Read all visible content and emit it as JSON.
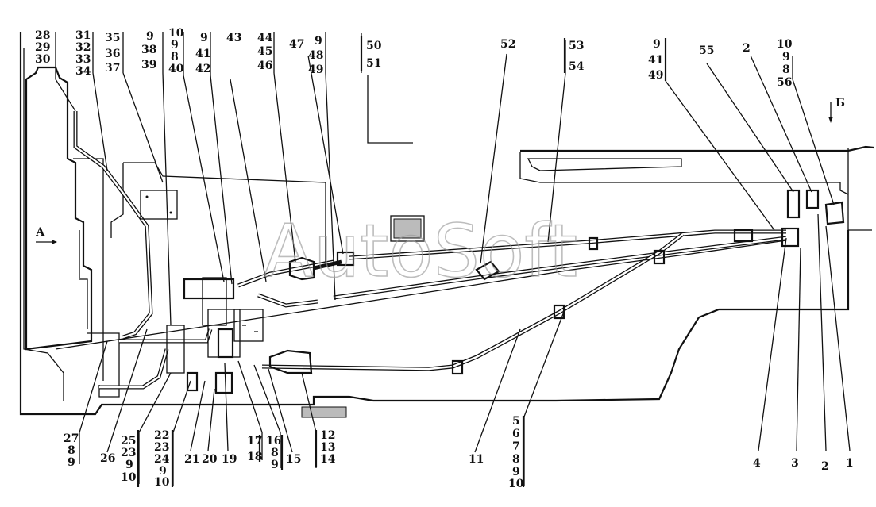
{
  "watermark": "AutoSoft",
  "view_labels": {
    "view_a": "А",
    "view_b": "Б"
  },
  "callouts_top": [
    {
      "id": "t1",
      "lines": [
        "28",
        "29",
        "30"
      ]
    },
    {
      "id": "t2",
      "lines": [
        "31",
        "32",
        "33",
        "34"
      ]
    },
    {
      "id": "t3",
      "lines": [
        "35",
        "36",
        "37"
      ]
    },
    {
      "id": "t4",
      "lines": [
        "9",
        "38",
        "39"
      ]
    },
    {
      "id": "t5",
      "lines": [
        "10",
        "9",
        "8",
        "40"
      ]
    },
    {
      "id": "t6",
      "lines": [
        "9",
        "41",
        "42"
      ]
    },
    {
      "id": "t7",
      "lines": [
        "43"
      ]
    },
    {
      "id": "t8",
      "lines": [
        "44",
        "45",
        "46"
      ]
    },
    {
      "id": "t9",
      "lines": [
        "47"
      ]
    },
    {
      "id": "t10",
      "lines": [
        "9",
        "48",
        "49"
      ]
    },
    {
      "id": "t11",
      "lines": [
        "50",
        "51"
      ]
    },
    {
      "id": "t12",
      "lines": [
        "52"
      ]
    },
    {
      "id": "t13",
      "lines": [
        "53",
        "54"
      ]
    },
    {
      "id": "t14",
      "lines": [
        "9",
        "41",
        "49"
      ]
    },
    {
      "id": "t15",
      "lines": [
        "55"
      ]
    },
    {
      "id": "t16",
      "lines": [
        "2"
      ]
    },
    {
      "id": "t17",
      "lines": [
        "10",
        "9",
        "8",
        "56"
      ]
    }
  ],
  "callouts_bottom": [
    {
      "id": "b1",
      "lines": [
        "27",
        "8",
        "9"
      ]
    },
    {
      "id": "b2",
      "lines": [
        "26"
      ]
    },
    {
      "id": "b3",
      "lines": [
        "25",
        "23",
        "9",
        "10"
      ]
    },
    {
      "id": "b4",
      "lines": [
        "22",
        "23",
        "24",
        "9",
        "10"
      ]
    },
    {
      "id": "b5",
      "lines": [
        "21"
      ]
    },
    {
      "id": "b6",
      "lines": [
        "20"
      ]
    },
    {
      "id": "b7",
      "lines": [
        "19"
      ]
    },
    {
      "id": "b8",
      "lines": [
        "17",
        "18"
      ]
    },
    {
      "id": "b9",
      "lines": [
        "16",
        "8",
        "9"
      ]
    },
    {
      "id": "b10",
      "lines": [
        "15"
      ]
    },
    {
      "id": "b11",
      "lines": [
        "12",
        "13",
        "14"
      ]
    },
    {
      "id": "b12",
      "lines": [
        "11"
      ]
    },
    {
      "id": "b13",
      "lines": [
        "5",
        "6",
        "7",
        "8",
        "9",
        "10"
      ]
    },
    {
      "id": "b14",
      "lines": [
        "4"
      ]
    },
    {
      "id": "b15",
      "lines": [
        "3"
      ]
    },
    {
      "id": "b16",
      "lines": [
        "2"
      ]
    },
    {
      "id": "b17",
      "lines": [
        "1"
      ]
    }
  ]
}
